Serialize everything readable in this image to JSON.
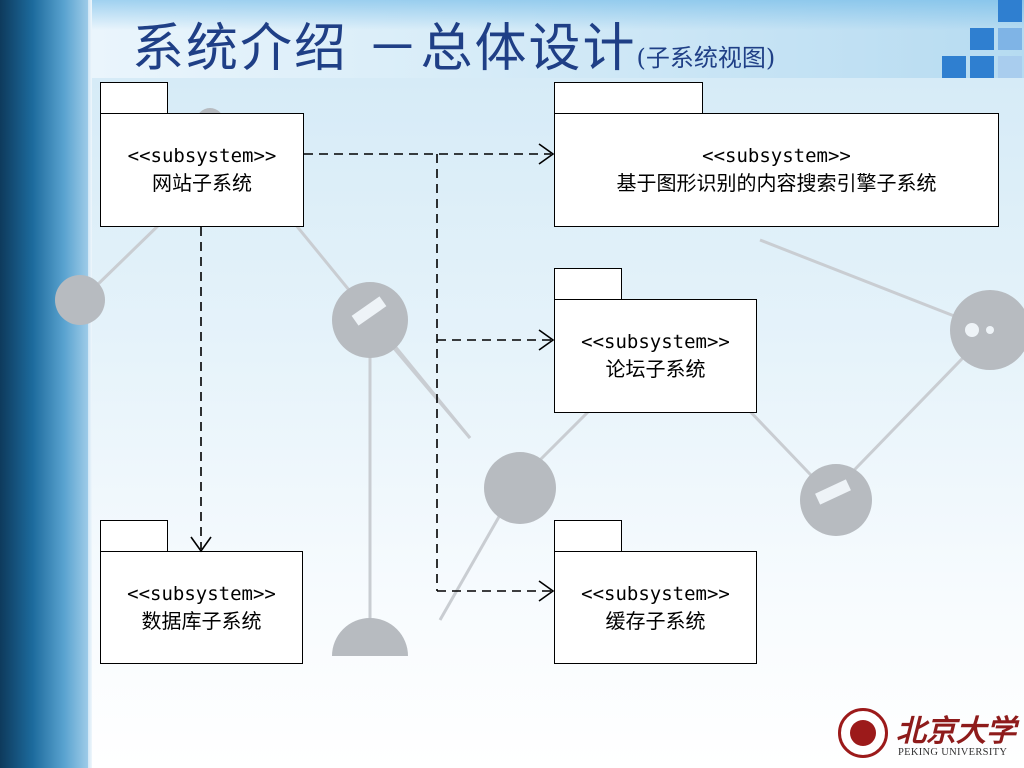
{
  "slide": {
    "title_main": "系统介绍 －总体设计",
    "title_sub": "(子系统视图)"
  },
  "packages": {
    "website": {
      "stereotype": "<<subsystem>>",
      "name": "网站子系统"
    },
    "search": {
      "stereotype": "<<subsystem>>",
      "name": "基于图形识别的内容搜索引擎子系统"
    },
    "forum": {
      "stereotype": "<<subsystem>>",
      "name": "论坛子系统"
    },
    "database": {
      "stereotype": "<<subsystem>>",
      "name": "数据库子系统"
    },
    "cache": {
      "stereotype": "<<subsystem>>",
      "name": "缓存子系统"
    }
  },
  "dependencies": [
    {
      "from": "网站子系统",
      "to": "基于图形识别的内容搜索引擎子系统"
    },
    {
      "from": "网站子系统",
      "to": "论坛子系统"
    },
    {
      "from": "网站子系统",
      "to": "缓存子系统"
    },
    {
      "from": "网站子系统",
      "to": "数据库子系统"
    }
  ],
  "logo": {
    "chinese": "北京大学",
    "english": "PEKING UNIVERSITY"
  },
  "colors": {
    "title": "#1f3f86",
    "accent_blue": "#2f7fd0",
    "logo_red": "#9c1a1a"
  }
}
